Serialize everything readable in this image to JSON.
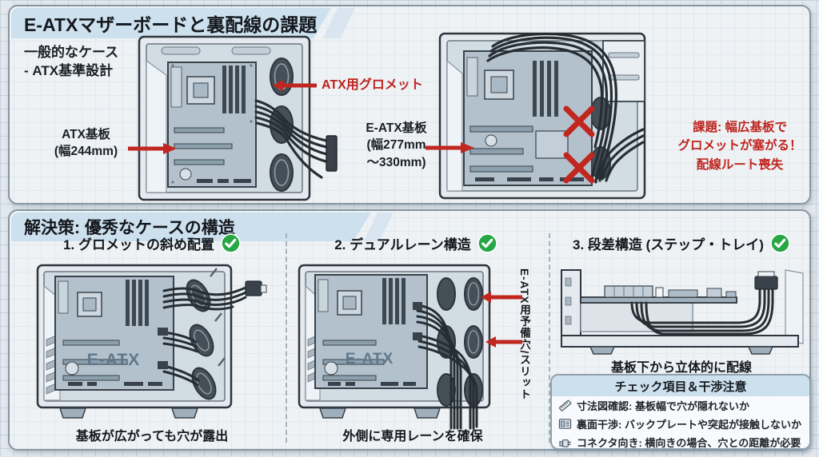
{
  "colors": {
    "accent_red": "#bf241e",
    "accent_green": "#26a744",
    "band_blue": "#cde0ee",
    "ink": "#1b2026"
  },
  "problem_section": {
    "title": "E-ATXマザーボードと裏配線の課題",
    "standard_case_note": "一般的なケース\n- ATX基準設計",
    "atx_board_label": "ATX基板\n(幅244mm)",
    "atx_grommet_label": "ATX用グロメット",
    "eatx_board_label": "E-ATX基板\n(幅277mm\n～330mm)",
    "problem_note": "課題: 幅広基板で\nグロメットが塞がる！\n配線ルート喪失"
  },
  "solution_section": {
    "title": "解決策: 優秀なケースの構造",
    "board_print": "E-ATX",
    "solutions": [
      {
        "heading": "1. グロメットの斜め配置",
        "caption": "基板が広がっても穴が露出"
      },
      {
        "heading": "2. デュアルレーン構造",
        "caption": "外側に専用レーンを確保",
        "side_label": "E-ATX用予備穴/スリット"
      },
      {
        "heading": "3. 段差構造 (ステップ・トレイ)",
        "caption": "基板下から立体的に配線"
      }
    ],
    "checklist": {
      "title": "チェック項目＆干渉注意",
      "items": [
        {
          "label": "寸法図確認: 基板幅で穴が隠れないか"
        },
        {
          "label": "裏面干渉: バックプレートや突起が接触しないか"
        },
        {
          "label": "コネクタ向き: 横向きの場合、穴との距離が必要"
        }
      ]
    }
  }
}
